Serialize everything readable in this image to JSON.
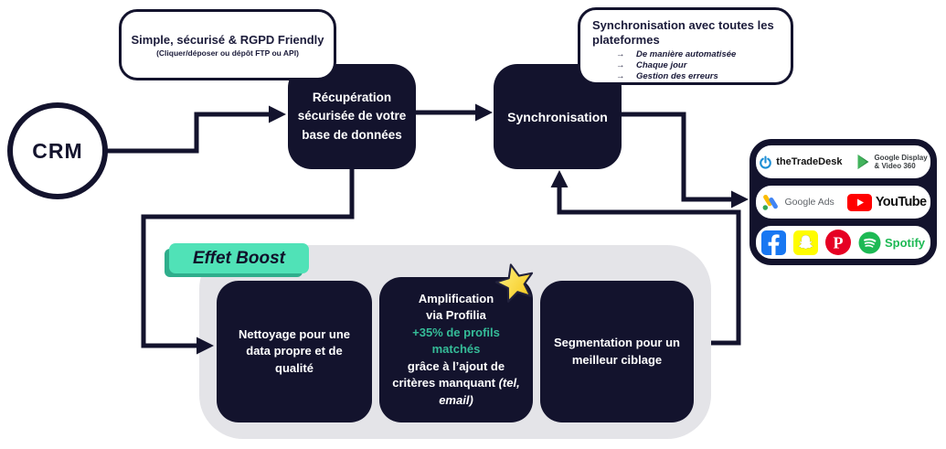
{
  "colors": {
    "dark_navy": "#13132d",
    "teal_label": "#50e2b7",
    "teal_shadow": "#2fae8c",
    "teal_text": "#35bc98",
    "gray_container": "#e4e4e8",
    "trade_desk_blue": "#1e8fd5",
    "dv360_green": "#34a853",
    "youtube_red": "#ff0000",
    "facebook_blue": "#1877f2",
    "snapchat_yellow": "#fffc00",
    "pinterest_red": "#e60023",
    "spotify_green": "#1db954"
  },
  "crm": {
    "label": "CRM"
  },
  "note_left": {
    "title": "Simple, sécurisé & RGPD Friendly",
    "subtitle": "(Cliquer/déposer ou dépôt FTP ou API)"
  },
  "nodes": {
    "retrieval": "Récupération sécurisée de votre base de données",
    "sync": "Synchronisation"
  },
  "note_right": {
    "title": "Synchronisation avec toutes les plateformes",
    "bullet_glyph": "→",
    "bullets": [
      "De manière automatisée",
      "Chaque jour",
      "Gestion des erreurs"
    ]
  },
  "boost": {
    "label": "Effet Boost",
    "card1": {
      "t1": "Nettoyage pour une data ",
      "b1": "propre",
      "t2": " et de ",
      "b2": "qualité"
    },
    "card2": {
      "t1": "Amplification",
      "t2": "via ",
      "b1": "Profilia",
      "highlight": "+35% de profils matchés",
      "t3": "grâce à l’ajout de critères manquant ",
      "i1": "(tel, email)"
    },
    "card3": {
      "t1": "Segmentation pour un ",
      "b1": "meilleur ciblage"
    },
    "star_icon": "star"
  },
  "platforms": {
    "trade_desk_label": "theTradeDesk",
    "dv360_line1": "Google Display",
    "dv360_line2": "& Video 360",
    "google_ads_label": "Google Ads",
    "youtube_label": "YouTube",
    "spotify_label": "Spotify"
  }
}
